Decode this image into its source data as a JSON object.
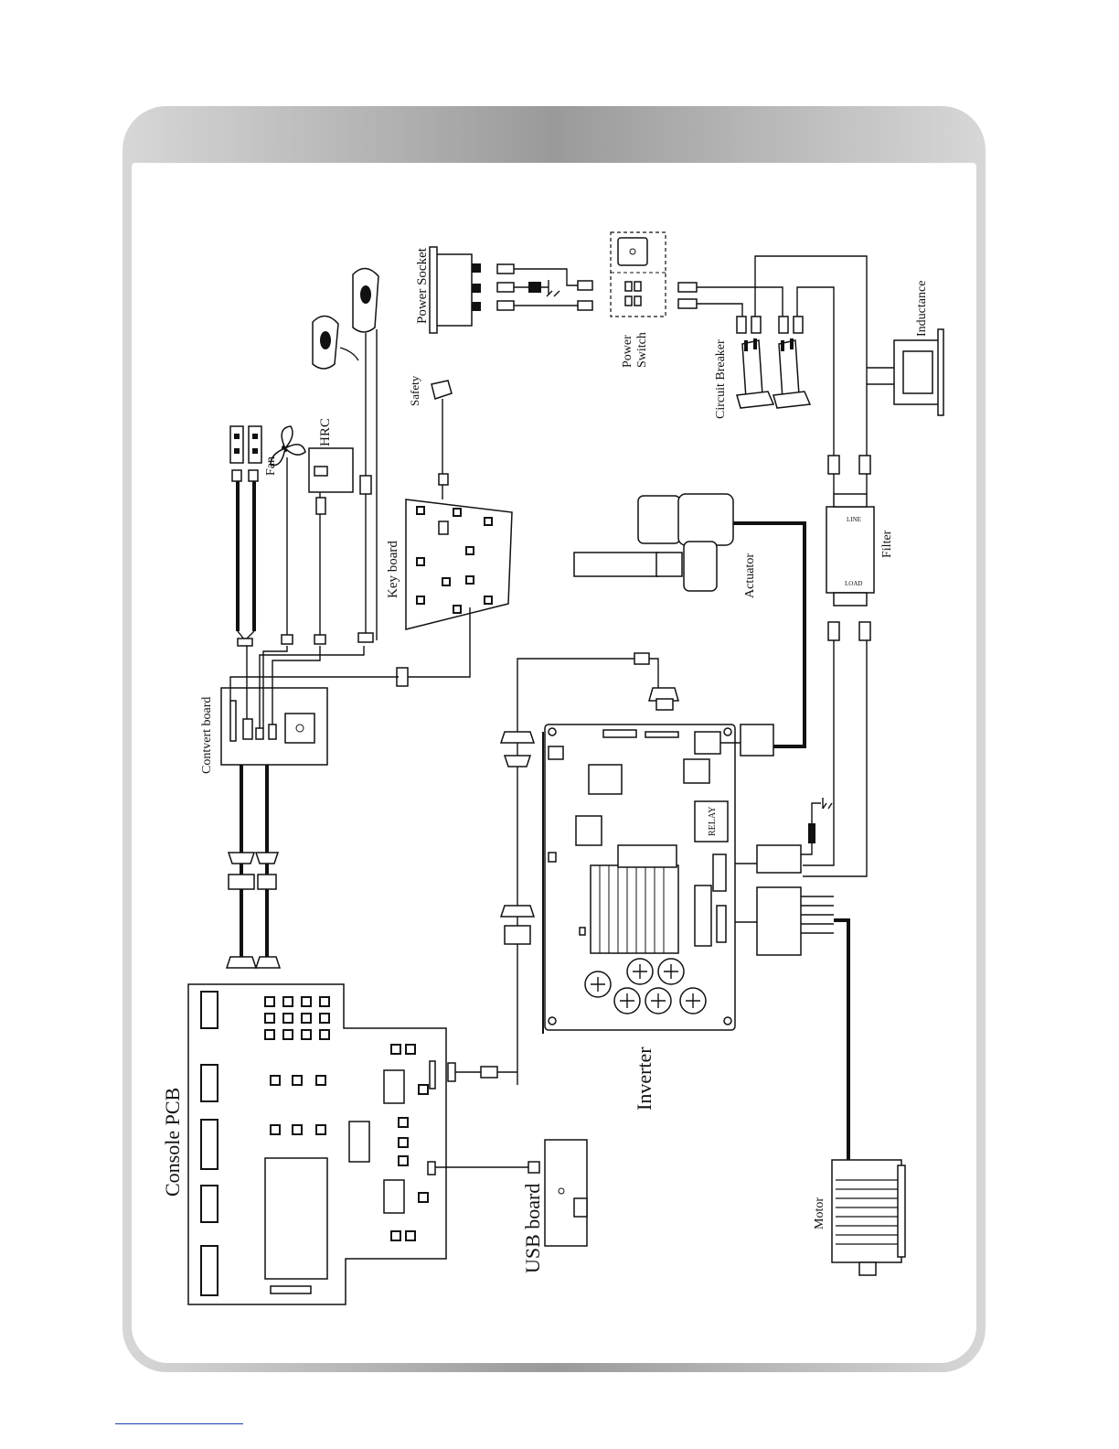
{
  "labels": {
    "power_socket": "Power Socket",
    "power_switch_1": "Power",
    "power_switch_2": "Switch",
    "circuit_breaker": "Circuit Breaker",
    "inductance": "Inductance",
    "safety": "Safety",
    "hrc": "HRC",
    "fan": "Fan",
    "key_board": "Key board",
    "actuator": "Actuator",
    "filter": "Filter",
    "filter_line": "LINE",
    "filter_load": "LOAD",
    "convert_board": "Contvert board",
    "relay": "RELAY",
    "console_pcb": "Console PCB",
    "inverter": "Inverter",
    "usb_board": "USB board",
    "motor": "Motor"
  }
}
